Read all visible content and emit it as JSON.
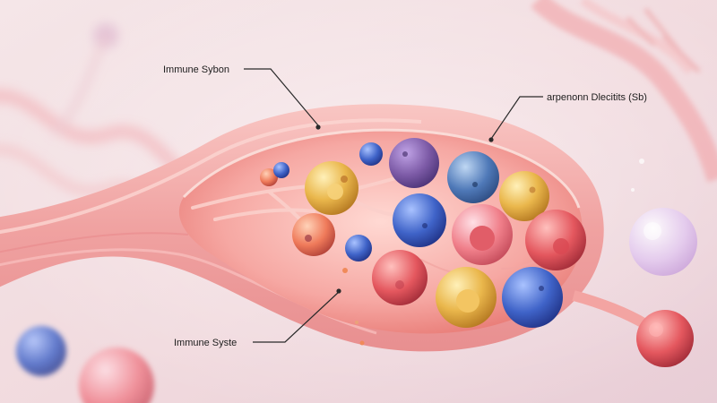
{
  "labels": {
    "top_left": "Immune Sybon",
    "top_right": "arpenonn Dlecitits (Sb)",
    "bottom_left": "Immune Syste"
  },
  "colors": {
    "background": "#f3dfe2",
    "vessel_wall": "#f2a4a6",
    "vessel_inner": "#e96e67",
    "cell_purple": "#7c5aa6",
    "cell_blue": "#3f63c8",
    "cell_yellow": "#e8b34a",
    "cell_red": "#e4575e"
  }
}
